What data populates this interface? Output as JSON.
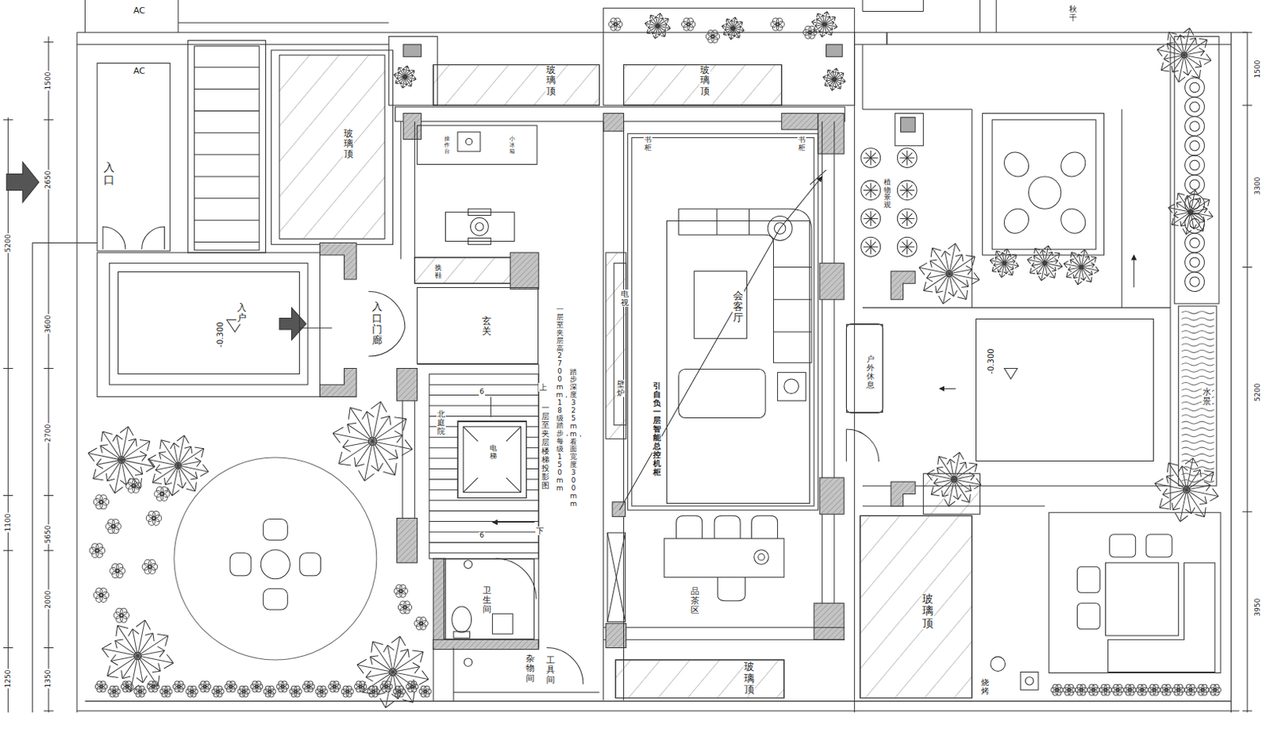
{
  "diagram": {
    "nodes": [
      {
        "text": [
          "-0.300",
          "入户"
        ]
      },
      {
        "text": [
          "玄关"
        ]
      },
      {
        "text": [
          "会客厅"
        ]
      },
      {
        "text": [
          "户外休息"
        ]
      },
      {
        "text": [
          "-0.300"
        ]
      },
      {
        "text": [
          "电梯"
        ]
      },
      {
        "text": [
          "卫生间"
        ]
      }
    ],
    "labels": [
      "AC",
      "AC",
      "入口",
      "玻璃顶",
      "玻璃顶",
      "玻璃顶",
      "入口门廊",
      "换鞋",
      "操作台",
      "小冰箱",
      "书柜",
      "书柜",
      "电视",
      "壁炉",
      "引自负一层智能总控机柜",
      "一层至夹层楼梯投影图",
      "一层至夹层高2700mm，18级踏步，每级150mm",
      "踏步深度325mm，看面宽度300mm",
      "上",
      "下",
      "6",
      "6",
      "杂物间",
      "工具间",
      "品茶区",
      "北庭院",
      "植物景观",
      "水景",
      "烧烤",
      "玻璃顶",
      "玻璃顶",
      "秋千",
      "1500",
      "2650",
      "3600",
      "2700",
      "5650",
      "2000",
      "1350",
      "5200",
      "1100",
      "1250",
      "1500",
      "3300",
      "5200",
      "3950"
    ]
  }
}
